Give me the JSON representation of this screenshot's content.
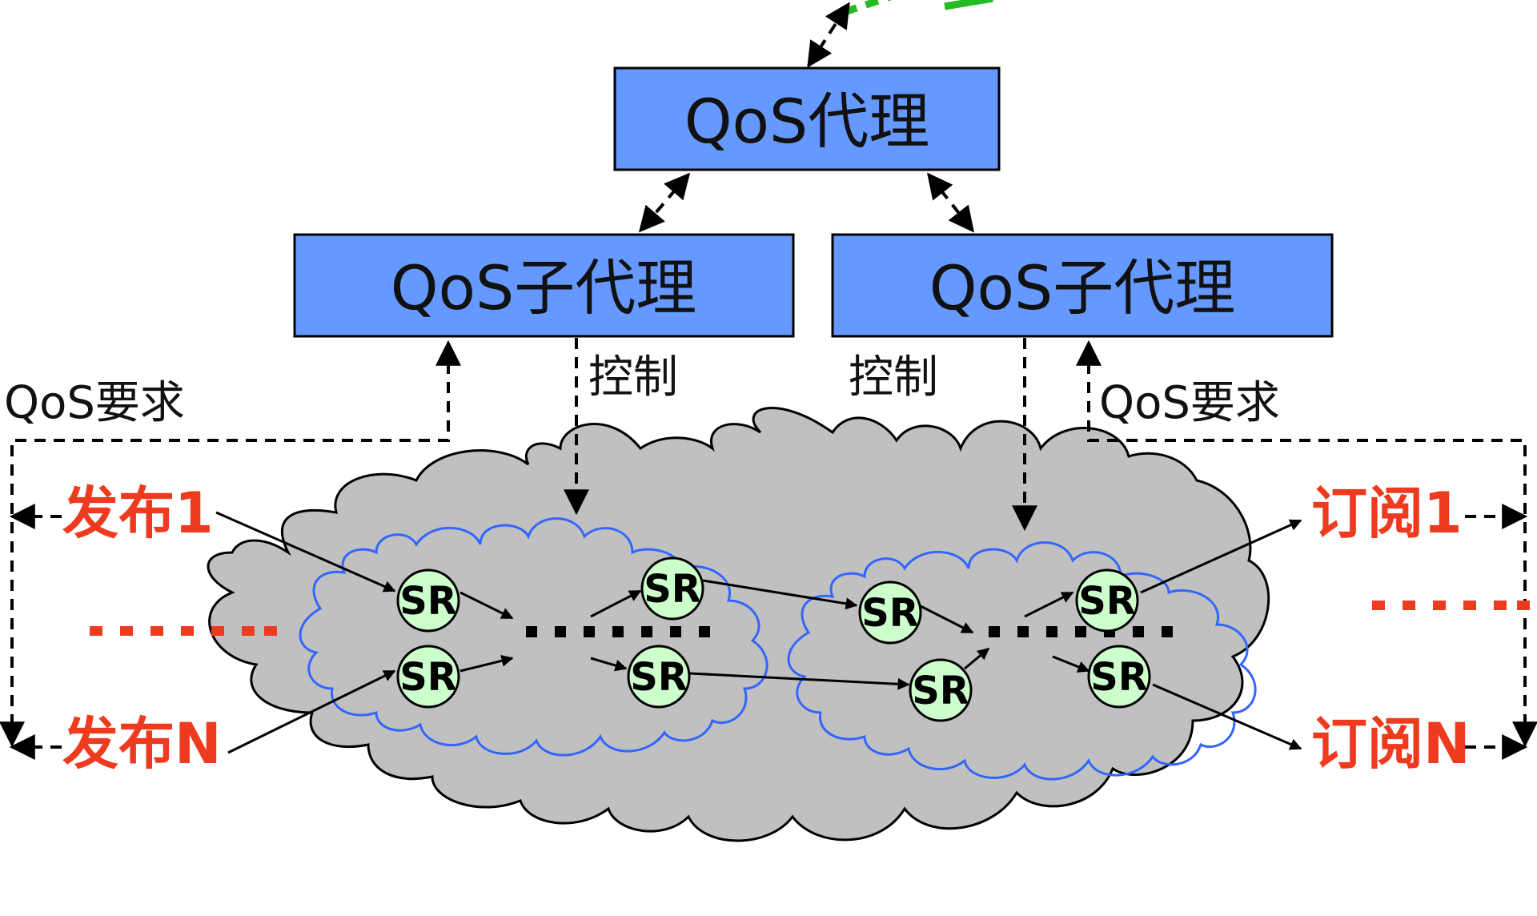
{
  "colors": {
    "box_fill": "#6699ff",
    "cloud_fill": "#c0c0c0",
    "inner_cloud_stroke": "#3366ff",
    "sr_fill": "#ccffcc",
    "accent_red": "#ee3a1e",
    "accent_green": "#22bb22"
  },
  "boxes": {
    "qos_agent": "QoS代理",
    "sub_agent_left": "QoS子代理",
    "sub_agent_right": "QoS子代理"
  },
  "labels": {
    "qos_req_left": "QoS要求",
    "qos_req_right": "QoS要求",
    "control_left": "控制",
    "control_right": "控制"
  },
  "endpoints": {
    "publish_1": "发布1",
    "publish_n": "发布N",
    "subscribe_1": "订阅1",
    "subscribe_n": "订阅N"
  },
  "nodes": {
    "sr": "SR"
  }
}
